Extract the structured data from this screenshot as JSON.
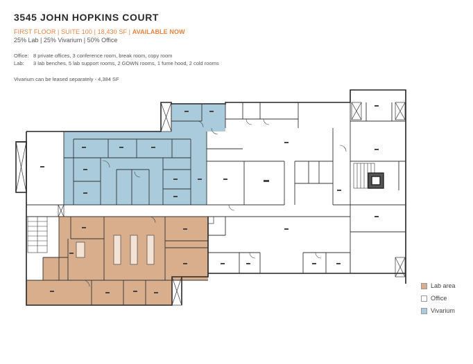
{
  "header": {
    "title": "3545 JOHN HOPKINS COURT",
    "subtitle_main": "FIRST FLOOR | SUITE 100 | 18,430 SF | ",
    "subtitle_available": "AVAILABLE NOW",
    "mix": "25% Lab | 25% Vivarium | 50% Office"
  },
  "program": {
    "office_label": "Office:",
    "office_text": "8 private offices, 3 conference room, break room, copy room",
    "lab_label": "Lab:",
    "lab_text": "3 lab benches, 5 lab support rooms, 2 GOWN rooms, 1 fume hood, 2 cold rooms"
  },
  "note": "Vivarium can be leased separately - 4,384 SF",
  "legend": {
    "items": [
      {
        "label": "Lab area",
        "color": "#d9ae8c"
      },
      {
        "label": "Office",
        "color": "#ffffff"
      },
      {
        "label": "Vivarium",
        "color": "#a9cbdc"
      }
    ]
  },
  "colors": {
    "lab": "#d9ae8c",
    "vivarium": "#a9cbdc",
    "wall": "#222222",
    "accent": "#e8823e"
  }
}
